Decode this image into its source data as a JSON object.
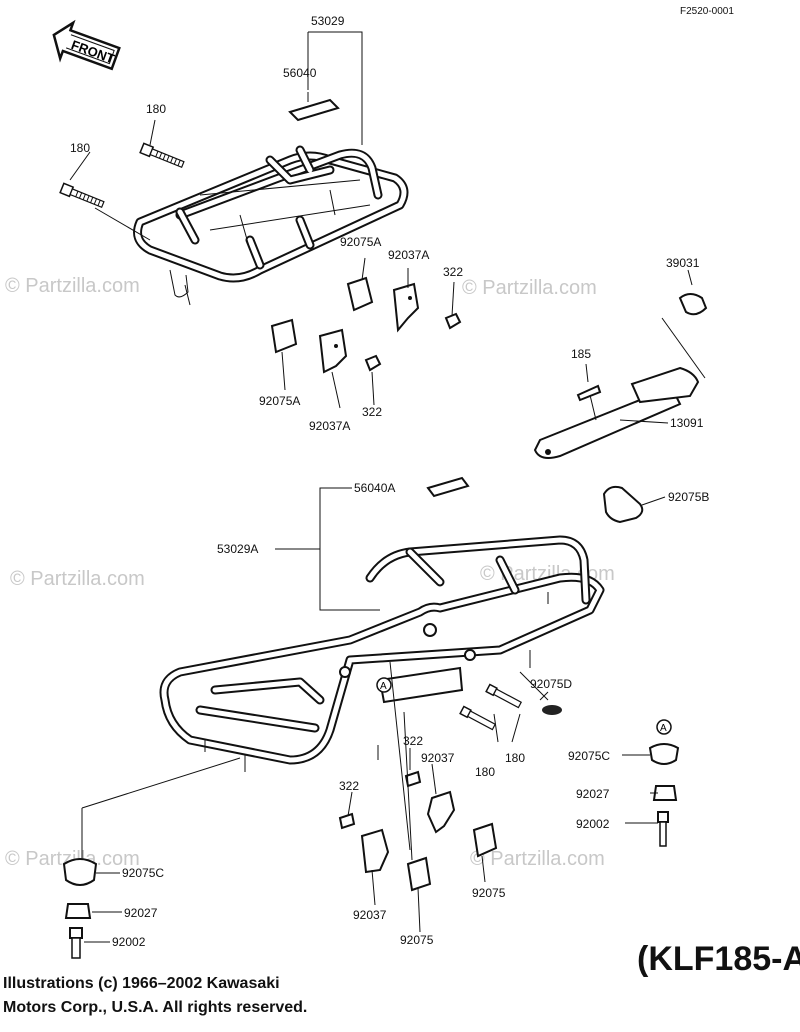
{
  "reference_code": "F2520-0001",
  "front_label": "FRONT",
  "watermark_text": "© Partzilla.com",
  "model_label": "(KLF185-A",
  "copyright_lines": [
    "Illustrations (c) 1966–2002 Kawasaki",
    "Motors Corp., U.S.A.  All rights reserved."
  ],
  "callouts": {
    "front_rack": "53029",
    "front_decal": "56040",
    "bolt_front_1": "180",
    "bolt_front_2": "180",
    "damper_a_upper": "92075A",
    "clamp_a_upper": "92037A",
    "nut_upper": "322",
    "damper_a_lower": "92075A",
    "nut_lower": "322",
    "clamp_a_lower": "92037A",
    "cap": "39031",
    "bolt_arm": "185",
    "arm": "13091",
    "rear_decal": "56040A",
    "pad_b": "92075B",
    "rear_rack": "53029A",
    "grommet_d": "92075D",
    "bolt_rear_1": "180",
    "bolt_rear_2": "180",
    "nut_rear_1": "322",
    "clamp_rear_1": "92037",
    "nut_rear_2": "322",
    "damper_rear_1": "92075",
    "clamp_rear_2": "92037",
    "damper_rear_2": "92075",
    "grommet_c_right": "92075C",
    "collar_right": "92027",
    "bolt_right": "92002",
    "grommet_c_left": "92075C",
    "collar_left": "92027",
    "bolt_left": "92002",
    "marker_a": "A"
  }
}
